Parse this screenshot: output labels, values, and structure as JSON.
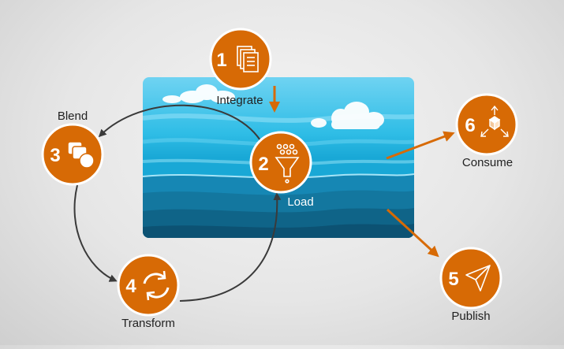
{
  "colors": {
    "node": "#d76a05",
    "node_border": "#ffffff",
    "arrow_orange": "#d76a05",
    "arrow_dark": "#3a3a3a",
    "sky_top": "#2bb8e4",
    "sea_dark": "#0d5b7e"
  },
  "steps": [
    {
      "num": "1",
      "label": "Integrate",
      "icon": "documents-icon"
    },
    {
      "num": "2",
      "label": "Load",
      "icon": "funnel-icon"
    },
    {
      "num": "3",
      "label": "Blend",
      "icon": "blend-shapes-icon"
    },
    {
      "num": "4",
      "label": "Transform",
      "icon": "refresh-cycle-icon"
    },
    {
      "num": "5",
      "label": "Publish",
      "icon": "paper-plane-icon"
    },
    {
      "num": "6",
      "label": "Consume",
      "icon": "distribute-icon"
    }
  ]
}
